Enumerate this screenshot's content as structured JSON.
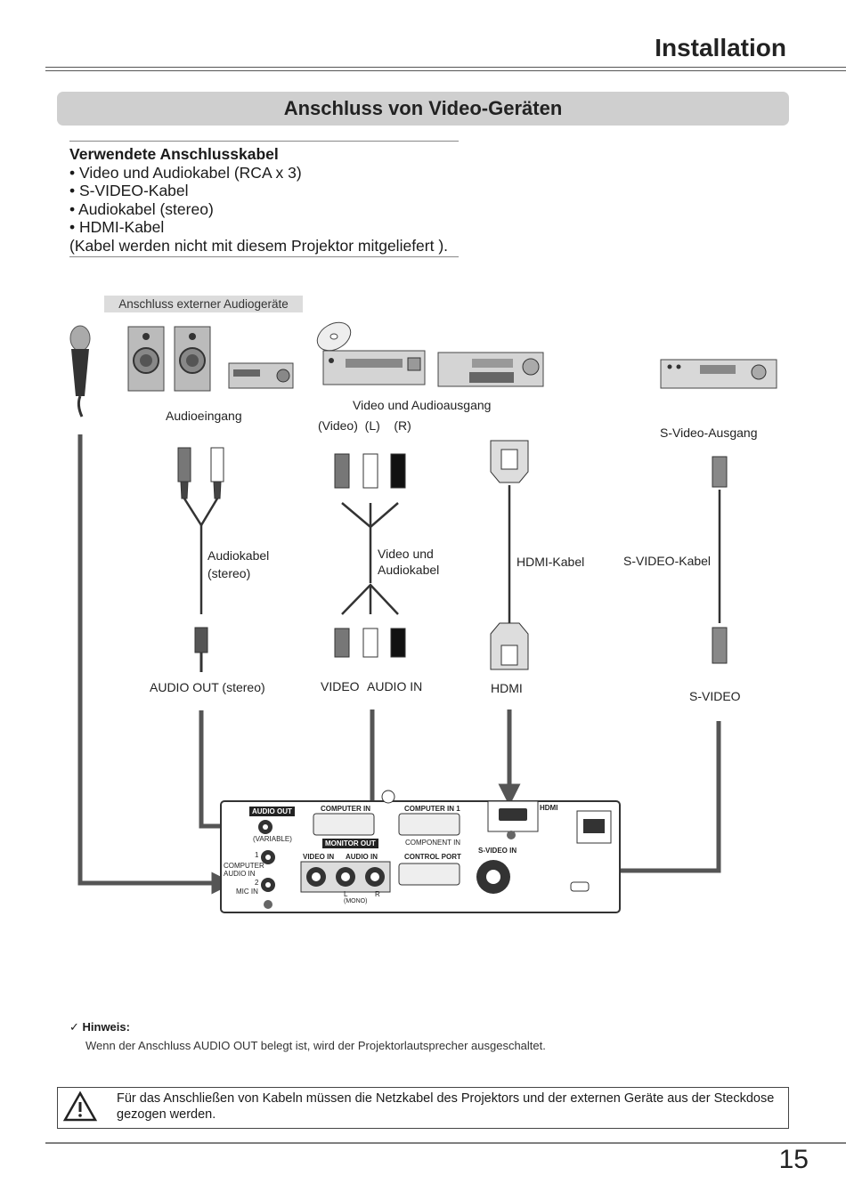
{
  "header": {
    "title": "Installation"
  },
  "section": {
    "title": "Anschluss von Video-Geräten"
  },
  "cables": {
    "heading": "Verwendete Anschlusskabel",
    "items": [
      "• Video und Audiokabel (RCA x 3)",
      "• S-VIDEO-Kabel",
      "• Audiokabel (stereo)",
      "• HDMI-Kabel"
    ],
    "note": "(Kabel werden nicht mit diesem Projektor mitgeliefert )."
  },
  "diagram": {
    "external_audio_label": "Anschluss externer Audiogeräte",
    "audio_input_label": "Audioeingang",
    "video_audio_output_label": "Video und Audioausgang",
    "rca_channels": "(Video)  (L)    (R)",
    "svideo_output_label": "S-Video-Ausgang",
    "audio_cable_label_1": "Audiokabel",
    "audio_cable_label_2": "(stereo)",
    "av_cable_label_1": "Video und",
    "av_cable_label_2": "Audiokabel",
    "hdmi_cable_label": "HDMI-Kabel",
    "svideo_cable_label": "S-VIDEO-Kabel",
    "audio_out_label": "AUDIO OUT (stereo)",
    "video_label": "VIDEO",
    "audio_in_label": "AUDIO IN",
    "hdmi_label": "HDMI",
    "svideo_label": "S-VIDEO",
    "panel": {
      "audio_out": "AUDIO OUT",
      "variable": "(VARIABLE)",
      "computer_in": "COMPUTER IN",
      "monitor_out": "MONITOR OUT",
      "computer_in_1": "COMPUTER IN 1",
      "component_in": "COMPONENT IN",
      "hdmi": "HDMI",
      "control_port": "CONTROL PORT",
      "svideo_in": "S-VIDEO IN",
      "video_in": "VIDEO IN",
      "audio_in": "AUDIO IN",
      "computer_audio_in": "COMPUTER\nAUDIO IN",
      "mic_in": "MIC IN",
      "port_1": "1",
      "port_2": "2",
      "l": "L",
      "r": "R",
      "mono": "(MONO)"
    }
  },
  "note": {
    "title": "✓ Hinweis:",
    "text": "Wenn der Anschluss AUDIO OUT belegt ist, wird der Projektorlautsprecher ausgeschaltet."
  },
  "warning": {
    "text": "Für das Anschließen von Kabeln müssen die Netzkabel des Projektors und der externen Geräte aus der Steckdose gezogen werden."
  },
  "page_number": "15"
}
